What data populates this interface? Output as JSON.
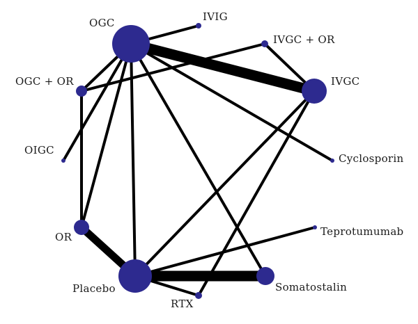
{
  "colors": {
    "node": "#2d2a8f",
    "edge": "#000000",
    "label": "#1a1a1a",
    "background": "#ffffff"
  },
  "nodes": [
    {
      "id": "ogc",
      "label": "OGC"
    },
    {
      "id": "ivig",
      "label": "IVIG"
    },
    {
      "id": "ivgc_or",
      "label": "IVGC + OR"
    },
    {
      "id": "ivgc",
      "label": "IVGC"
    },
    {
      "id": "cyclosporin",
      "label": "Cyclosporin"
    },
    {
      "id": "teprotumumab",
      "label": "Teprotumumab"
    },
    {
      "id": "somatostalin",
      "label": "Somatostalin"
    },
    {
      "id": "rtx",
      "label": "RTX"
    },
    {
      "id": "placebo",
      "label": "Placebo"
    },
    {
      "id": "or",
      "label": "OR"
    },
    {
      "id": "oigc",
      "label": "OIGC"
    },
    {
      "id": "ogc_or",
      "label": "OGC + OR"
    }
  ],
  "edges": [
    {
      "from": "ogc",
      "to": "ivgc",
      "weight": 5
    },
    {
      "from": "placebo",
      "to": "somatostalin",
      "weight": 5
    },
    {
      "from": "or",
      "to": "placebo",
      "weight": 3
    },
    {
      "from": "ogc",
      "to": "ivig",
      "weight": 1
    },
    {
      "from": "ogc",
      "to": "ogc_or",
      "weight": 1
    },
    {
      "from": "ogc",
      "to": "oigc",
      "weight": 1
    },
    {
      "from": "ogc",
      "to": "or",
      "weight": 1
    },
    {
      "from": "ogc",
      "to": "placebo",
      "weight": 1
    },
    {
      "from": "ogc",
      "to": "somatostalin",
      "weight": 1
    },
    {
      "from": "ogc",
      "to": "cyclosporin",
      "weight": 1
    },
    {
      "from": "ogc_or",
      "to": "ivgc_or",
      "weight": 1
    },
    {
      "from": "ogc_or",
      "to": "or",
      "weight": 1
    },
    {
      "from": "ivgc_or",
      "to": "ivgc",
      "weight": 1
    },
    {
      "from": "ivgc",
      "to": "placebo",
      "weight": 1
    },
    {
      "from": "ivgc",
      "to": "rtx",
      "weight": 1
    },
    {
      "from": "placebo",
      "to": "teprotumumab",
      "weight": 1
    },
    {
      "from": "placebo",
      "to": "rtx",
      "weight": 1
    }
  ]
}
